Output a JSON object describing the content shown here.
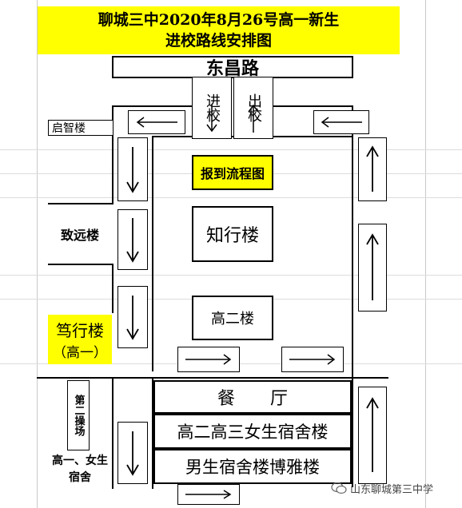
{
  "title": {
    "line1": "聊城三中2020年8月26号高一新生",
    "line2": "进校路线安排图"
  },
  "road": "东昌路",
  "gates": {
    "entry": "进校",
    "exit": "出校"
  },
  "buildings": {
    "qizhi": "启智楼",
    "baodao": "报到流程图",
    "zhiyuan": "致远楼",
    "zhixing": "知行楼",
    "duxing": "笃行楼",
    "duxing_note": "（高一）",
    "gaoer": "高二楼",
    "canting": "餐　　厅",
    "dorm_girls": "高二高三女生宿舍楼",
    "dorm_boys": "男生宿舍楼博雅楼",
    "playground": "第二操场",
    "dorm_grade1": "高一、女生宿舍"
  },
  "watermark": "山东聊城第三中学",
  "colors": {
    "highlight": "#ffff00",
    "grid": "#c9c9c9"
  }
}
